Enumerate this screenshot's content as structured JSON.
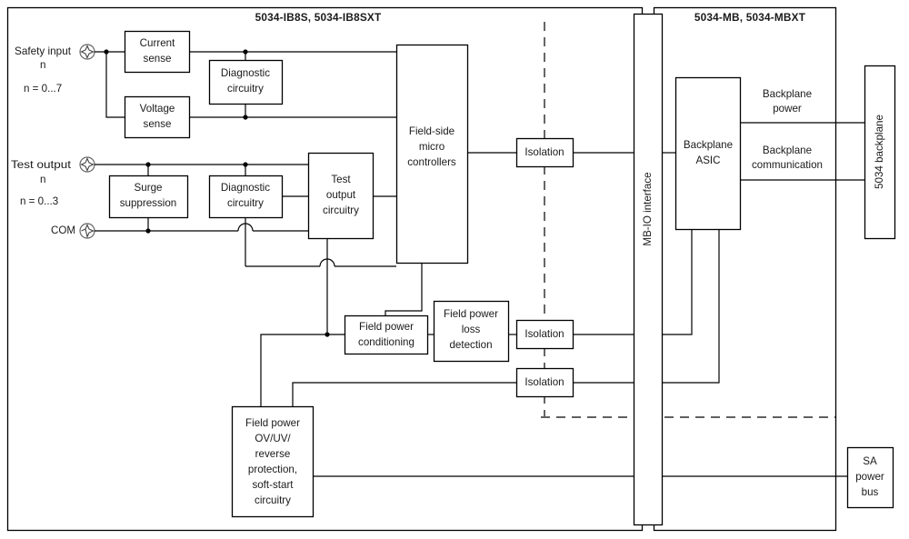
{
  "diagram": {
    "title_left": "5034-IB8S, 5034-IB8SXT",
    "title_right": "5034-MB, 5034-MBXT",
    "type": "block-diagram",
    "terminals": [
      {
        "id": "safety-input",
        "label_line1": "Safety input",
        "label_line2": "n",
        "label_line3": "n = 0...7",
        "icon": "screw-terminal-icon"
      },
      {
        "id": "test-output",
        "label_line1": "Test output",
        "label_line2": "n",
        "label_line3": "n = 0...3",
        "icon": "screw-terminal-icon"
      },
      {
        "id": "com",
        "label_line1": "COM",
        "label_line2": "",
        "label_line3": "",
        "icon": "screw-terminal-icon"
      }
    ],
    "blocks": [
      {
        "id": "current-sense",
        "lines": [
          "Current",
          "sense"
        ]
      },
      {
        "id": "voltage-sense",
        "lines": [
          "Voltage",
          "sense"
        ]
      },
      {
        "id": "diagnostic-circuitry-input",
        "lines": [
          "Diagnostic",
          "circuitry"
        ]
      },
      {
        "id": "surge-suppression",
        "lines": [
          "Surge",
          "suppression"
        ]
      },
      {
        "id": "diagnostic-circuitry-output",
        "lines": [
          "Diagnostic",
          "circuitry"
        ]
      },
      {
        "id": "test-output-circuitry",
        "lines": [
          "Test",
          "output",
          "circuitry"
        ]
      },
      {
        "id": "field-side-micro",
        "lines": [
          "Field-side",
          "micro",
          "controllers"
        ]
      },
      {
        "id": "isolation-1",
        "lines": [
          "Isolation"
        ]
      },
      {
        "id": "isolation-2",
        "lines": [
          "Isolation"
        ]
      },
      {
        "id": "isolation-3",
        "lines": [
          "Isolation"
        ]
      },
      {
        "id": "field-power-conditioning",
        "lines": [
          "Field power",
          "conditioning"
        ]
      },
      {
        "id": "field-power-loss-detection",
        "lines": [
          "Field power",
          "loss",
          "detection"
        ]
      },
      {
        "id": "field-power-ovuv",
        "lines": [
          "Field power",
          "OV/UV/",
          "reverse",
          "protection,",
          "soft-start",
          "circuitry"
        ]
      },
      {
        "id": "backplane-asic",
        "lines": [
          "Backplane",
          "ASIC"
        ]
      },
      {
        "id": "mb-io-interface",
        "lines": [
          "MB-IO interface"
        ],
        "orientation": "vertical"
      },
      {
        "id": "backplane-5034",
        "lines": [
          "5034 backplane"
        ],
        "orientation": "vertical"
      },
      {
        "id": "sa-power-bus",
        "lines": [
          "SA",
          "power",
          "bus"
        ]
      }
    ],
    "wire_labels": [
      {
        "id": "backplane-power",
        "lines": [
          "Backplane",
          "power"
        ]
      },
      {
        "id": "backplane-communication",
        "lines": [
          "Backplane",
          "communication"
        ]
      }
    ],
    "colors": {
      "line": "#000000",
      "text": "#1a1a1a",
      "background": "#ffffff",
      "terminal_stroke": "#666666"
    }
  }
}
